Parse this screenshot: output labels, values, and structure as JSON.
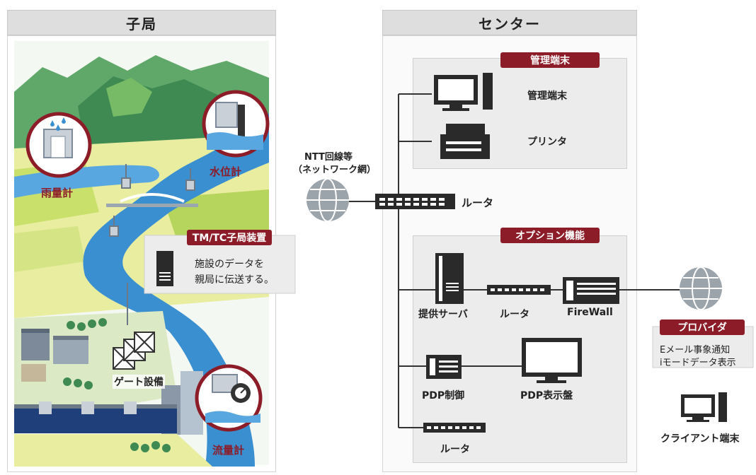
{
  "left_panel": {
    "title": "子局"
  },
  "center_panel": {
    "title": "センター"
  },
  "sensors": {
    "rain": "雨量計",
    "water_level": "水位計",
    "flow": "流量計"
  },
  "gate_label": "ゲート設備",
  "tmtc": {
    "badge": "TM/TC子局装置",
    "desc_line1": "施設のデータを",
    "desc_line2": "親局に伝送する。"
  },
  "network": {
    "line1": "NTT回線等",
    "line2": "（ネットワーク網）"
  },
  "main_router_label": "ルータ",
  "mgmt_group": {
    "badge": "管理端末",
    "terminal_label": "管理端末",
    "printer_label": "プリンタ"
  },
  "option_group": {
    "badge": "オプション機能",
    "server_label": "提供サーバ",
    "router_label": "ルータ",
    "firewall_label": "FireWall",
    "pdp_control_label": "PDP制御",
    "pdp_display_label": "PDP表示盤",
    "bottom_router_label": "ルータ"
  },
  "provider": {
    "badge": "プロバイダ",
    "line1": "Eメール事象通知",
    "line2": "iモードデータ表示"
  },
  "client_label": "クライアント端末",
  "colors": {
    "accent": "#8c1c28",
    "water": "#3a8fd0",
    "grass": "#c9e06a",
    "device": "#2a2a2a"
  }
}
